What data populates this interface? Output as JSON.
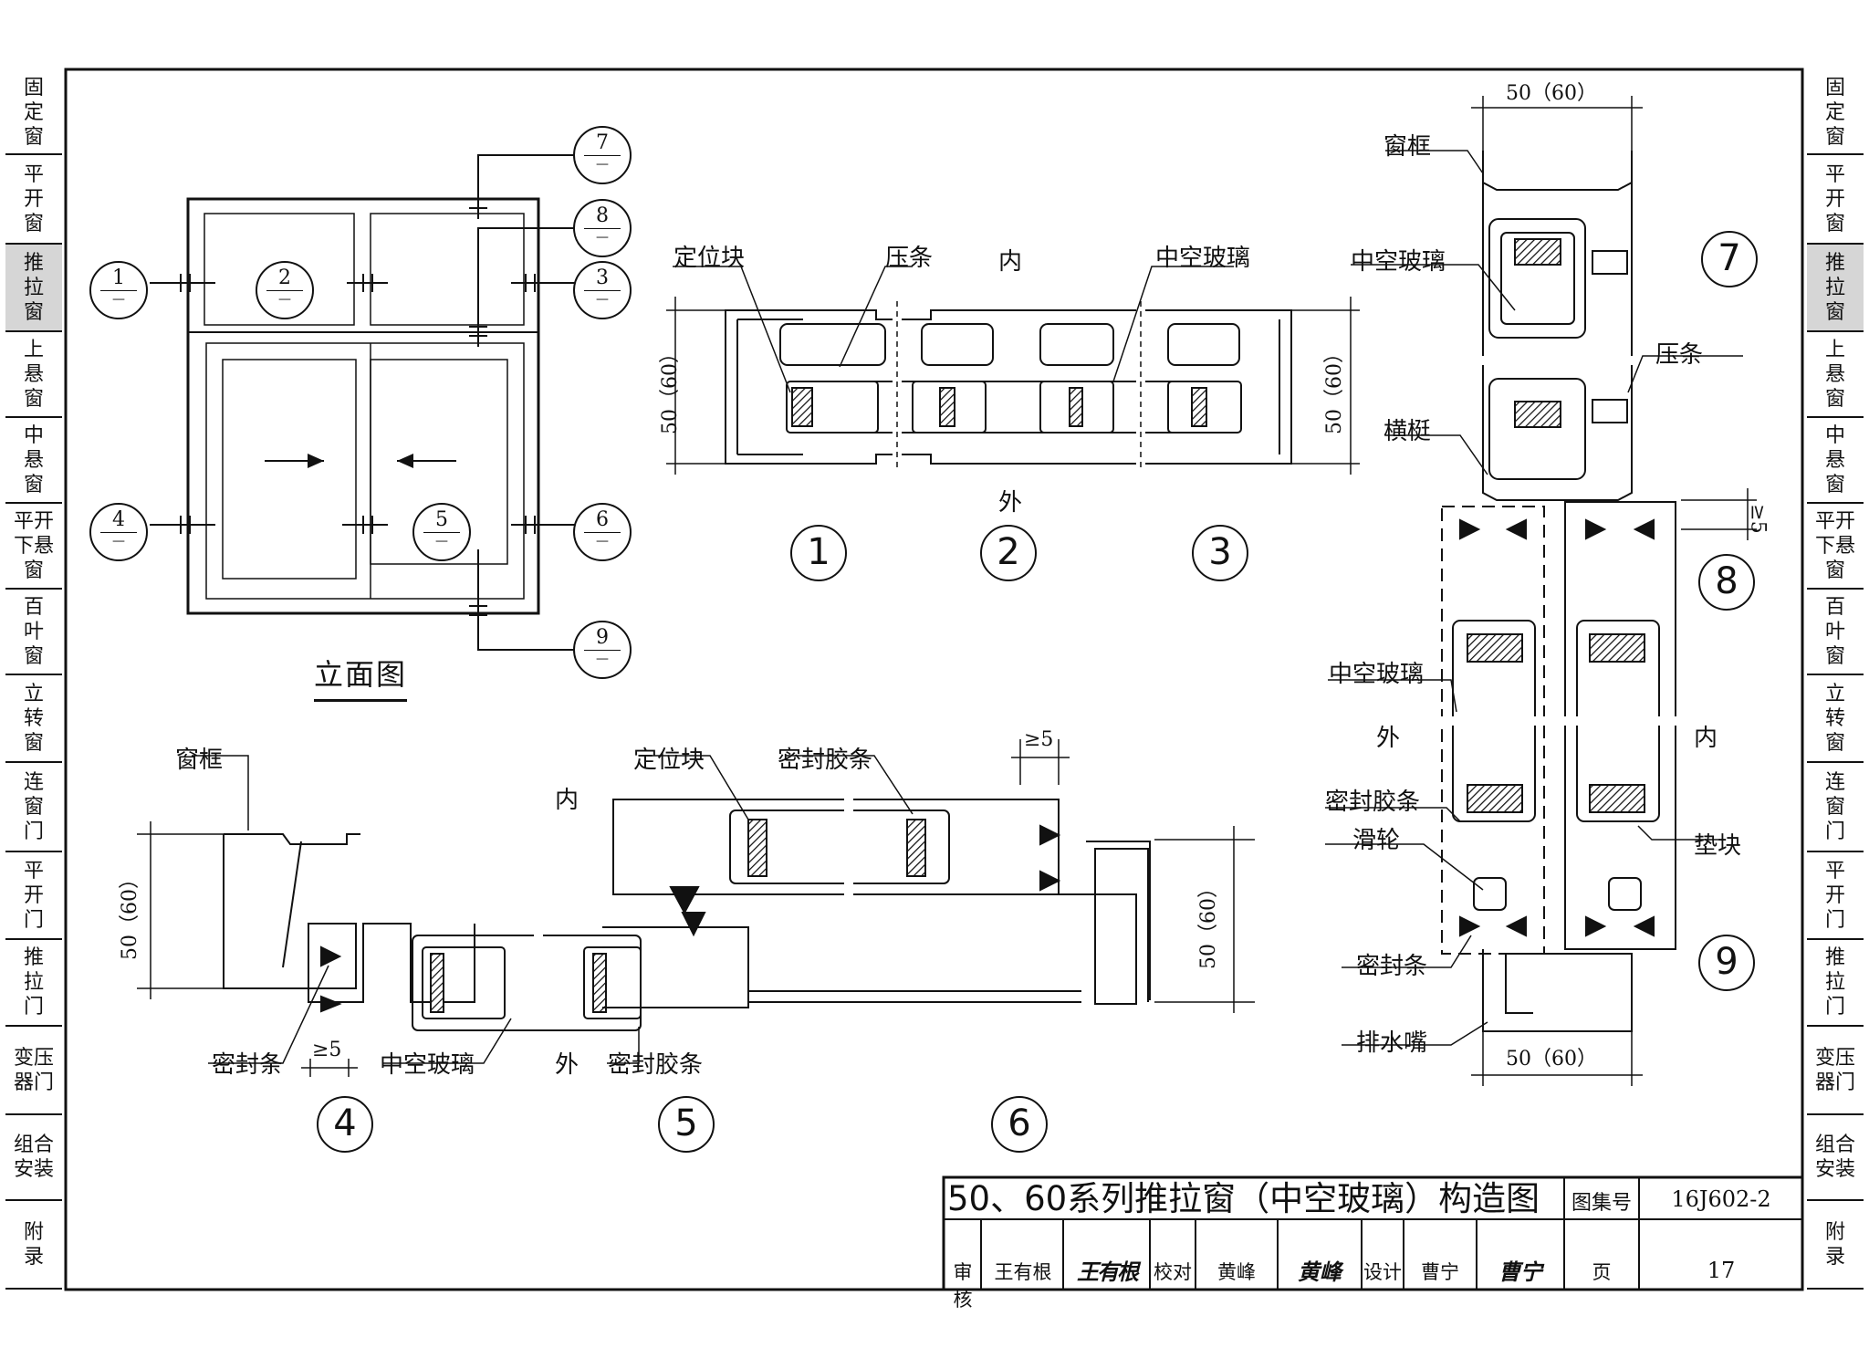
{
  "side_tabs": [
    {
      "label": "固\n定\n窗",
      "active": false
    },
    {
      "label": "平\n开\n窗",
      "active": false
    },
    {
      "label": "推\n拉\n窗",
      "active": true
    },
    {
      "label": "上\n悬\n窗",
      "active": false
    },
    {
      "label": "中\n悬\n窗",
      "active": false
    },
    {
      "label": "平开\n下悬\n窗",
      "active": false
    },
    {
      "label": "百\n叶\n窗",
      "active": false
    },
    {
      "label": "立\n转\n窗",
      "active": false
    },
    {
      "label": "连\n窗\n门",
      "active": false
    },
    {
      "label": "平\n开\n门",
      "active": false
    },
    {
      "label": "推\n拉\n门",
      "active": false
    },
    {
      "label": "变压\n器门",
      "active": false
    },
    {
      "label": "组合\n安装",
      "active": false
    },
    {
      "label": "附\n录",
      "active": false
    }
  ],
  "elevation": {
    "title": "立面图",
    "callouts": [
      {
        "num": "1",
        "sub": "—"
      },
      {
        "num": "2",
        "sub": "—"
      },
      {
        "num": "3",
        "sub": "—"
      },
      {
        "num": "4",
        "sub": "—"
      },
      {
        "num": "5",
        "sub": "—"
      },
      {
        "num": "6",
        "sub": "—"
      },
      {
        "num": "7",
        "sub": "—"
      },
      {
        "num": "8",
        "sub": "—"
      },
      {
        "num": "9",
        "sub": "—"
      }
    ]
  },
  "section_123": {
    "labels": {
      "locator": "定位块",
      "bead": "压条",
      "inside": "内",
      "glass": "中空玻璃",
      "outside": "外"
    },
    "dim_left": "50（60）",
    "dim_right": "50（60）",
    "markers": [
      "1",
      "2",
      "3"
    ]
  },
  "section_456": {
    "labels": {
      "frame": "窗框",
      "locator": "定位块",
      "sealant": "密封胶条",
      "inside": "内",
      "seal": "密封条",
      "glass": "中空玻璃",
      "outside": "外",
      "sealant2": "密封胶条"
    },
    "dim_left": "50（60）",
    "dim_right": "50（60）",
    "gap_top": "≥5",
    "gap_bottom": "≥5",
    "markers": [
      "4",
      "5",
      "6"
    ]
  },
  "section_789": {
    "labels": {
      "frame": "窗框",
      "glass": "中空玻璃",
      "bead": "压条",
      "transom": "横梃",
      "glass2": "中空玻璃",
      "outside": "外",
      "inside": "内",
      "sealant": "密封胶条",
      "roller": "滑轮",
      "pad": "垫块",
      "seal": "密封条",
      "drain": "排水嘴"
    },
    "dim_top": "50（60）",
    "dim_bottom": "50（60）",
    "gap": "≥5",
    "markers": [
      "7",
      "8",
      "9"
    ]
  },
  "title_block": {
    "title": "50、60系列推拉窗（中空玻璃）构造图",
    "atlas_label": "图集号",
    "atlas_no": "16J602-2",
    "review_label": "审核",
    "review_name": "王有根",
    "check_label": "校对",
    "check_name": "黄峰",
    "design_label": "设计",
    "design_name": "曹宁",
    "page_label": "页",
    "page_no": "17",
    "sig_review": "王有根",
    "sig_check": "黄峰",
    "sig_design": "曹宁"
  }
}
